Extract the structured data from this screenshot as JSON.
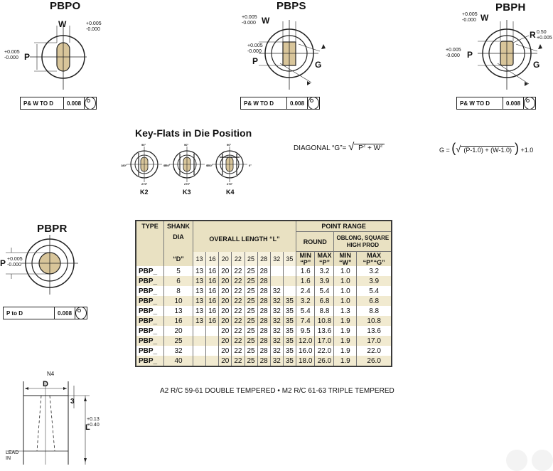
{
  "pbpo": {
    "title": "PBPO",
    "w": "W",
    "w_tol_plus": "+0.005",
    "w_tol_minus": "-0.000",
    "p": "P",
    "p_tol_plus": "+0.005",
    "p_tol_minus": "-0.000",
    "fcf": {
      "label": "P& W TO D",
      "value": "0.008"
    }
  },
  "pbps": {
    "title": "PBPS",
    "w": "W",
    "w_tol_plus": "+0.005",
    "w_tol_minus": "-0.000",
    "p": "P",
    "p_tol_plus": "+0.005",
    "p_tol_minus": "-0.000",
    "g": "G",
    "fcf": {
      "label": "P& W TO D",
      "value": "0.008"
    }
  },
  "pbph": {
    "title": "PBPH",
    "w": "W",
    "w_tol_plus": "+0.005",
    "w_tol_minus": "-0.000",
    "r": "R",
    "r_tol_plus": "0.50",
    "r_tol_minus": "+0.005",
    "p": "P",
    "p_tol_plus": "+0.005",
    "p_tol_minus": "-0.000",
    "g": "G",
    "fcf": {
      "label": "P& W TO D",
      "value": "0.008"
    }
  },
  "keyflats": {
    "title": "Key-Flats in Die Position",
    "items": [
      {
        "label": "K2",
        "top": "90°",
        "left": "180°",
        "right": "0°",
        "bottom": "270°"
      },
      {
        "label": "K3",
        "top": "90°",
        "left": "180°",
        "right": "0°",
        "bottom": "270°"
      },
      {
        "label": "K4",
        "top": "90°",
        "left": "180°",
        "right": "0°",
        "bottom": "270°"
      }
    ]
  },
  "formula_diag": {
    "prefix": "DIAGONAL “G”=",
    "p": "P",
    "plus": "+",
    "w": "W",
    "exp": "2"
  },
  "formula_g": {
    "prefix": "G =",
    "body": "(P-1.0)  + (W-1.0)",
    "suffix": "+1.0"
  },
  "pbpr": {
    "title": "PBPR",
    "p": "P",
    "p_tol_plus": "+0.005",
    "p_tol_minus": "-0.000",
    "fcf": {
      "label": "P to D",
      "value": "0.008"
    }
  },
  "shank": {
    "n4": "N4",
    "d": "D",
    "three": "3",
    "l": "L",
    "l_tol_plus": "+0.13",
    "l_tol_minus": "+0.40",
    "lead": "LEAD",
    "in": "IN"
  },
  "table": {
    "h_type": "TYPE",
    "h_shank": "SHANK",
    "h_dia": "DIA",
    "h_d": "“D”",
    "h_overall": "OVERALL LENGTH “L”",
    "h_point_range": "POINT RANGE",
    "h_round": "ROUND",
    "h_oblong": "OBLONG, SQUARE",
    "h_highprod": "HIGH PROD",
    "h_min": "MIN",
    "h_max": "MAX",
    "h_p": "“P”",
    "h_w": "“W”",
    "h_pg": "“P”“G”",
    "lengths": [
      "13",
      "16",
      "20",
      "22",
      "25",
      "28",
      "32",
      "35"
    ],
    "rows": [
      {
        "type": "PBP_",
        "d": "5",
        "l": [
          "13",
          "16",
          "20",
          "22",
          "25",
          "28",
          "",
          ""
        ],
        "rmin": "1.6",
        "rmax": "3.2",
        "omin": "1.0",
        "omax": "3.2"
      },
      {
        "type": "PBP_",
        "d": "6",
        "l": [
          "13",
          "16",
          "20",
          "22",
          "25",
          "28",
          "",
          ""
        ],
        "rmin": "1.6",
        "rmax": "3.9",
        "omin": "1.0",
        "omax": "3.9"
      },
      {
        "type": "PBP_",
        "d": "8",
        "l": [
          "13",
          "16",
          "20",
          "22",
          "25",
          "28",
          "32",
          ""
        ],
        "rmin": "2.4",
        "rmax": "5.4",
        "omin": "1.0",
        "omax": "5.4"
      },
      {
        "type": "PBP_",
        "d": "10",
        "l": [
          "13",
          "16",
          "20",
          "22",
          "25",
          "28",
          "32",
          "35"
        ],
        "rmin": "3.2",
        "rmax": "6.8",
        "omin": "1.0",
        "omax": "6.8"
      },
      {
        "type": "PBP_",
        "d": "13",
        "l": [
          "13",
          "16",
          "20",
          "22",
          "25",
          "28",
          "32",
          "35"
        ],
        "rmin": "5.4",
        "rmax": "8.8",
        "omin": "1.3",
        "omax": "8.8"
      },
      {
        "type": "PBP_",
        "d": "16",
        "l": [
          "13",
          "16",
          "20",
          "22",
          "25",
          "28",
          "32",
          "35"
        ],
        "rmin": "7.4",
        "rmax": "10.8",
        "omin": "1.9",
        "omax": "10.8"
      },
      {
        "type": "PBP_",
        "d": "20",
        "l": [
          "",
          "",
          "20",
          "22",
          "25",
          "28",
          "32",
          "35"
        ],
        "rmin": "9.5",
        "rmax": "13.6",
        "omin": "1.9",
        "omax": "13.6"
      },
      {
        "type": "PBP_",
        "d": "25",
        "l": [
          "",
          "",
          "20",
          "22",
          "25",
          "28",
          "32",
          "35"
        ],
        "rmin": "12.0",
        "rmax": "17.0",
        "omin": "1.9",
        "omax": "17.0"
      },
      {
        "type": "PBP_",
        "d": "32",
        "l": [
          "",
          "",
          "20",
          "22",
          "25",
          "28",
          "32",
          "35"
        ],
        "rmin": "16.0",
        "rmax": "22.0",
        "omin": "1.9",
        "omax": "22.0"
      },
      {
        "type": "PBP_",
        "d": "40",
        "l": [
          "",
          "",
          "20",
          "22",
          "25",
          "28",
          "32",
          "35"
        ],
        "rmin": "18.0",
        "rmax": "26.0",
        "omin": "1.9",
        "omax": "26.0"
      }
    ]
  },
  "caption": "A2 R/C 59-61 DOUBLE TEMPERED • M2 R/C 61-63 TRIPLE TEMPERED",
  "colors": {
    "slug": "#d8c59a",
    "band": "#f1ead0",
    "header": "#e9e1c2"
  }
}
